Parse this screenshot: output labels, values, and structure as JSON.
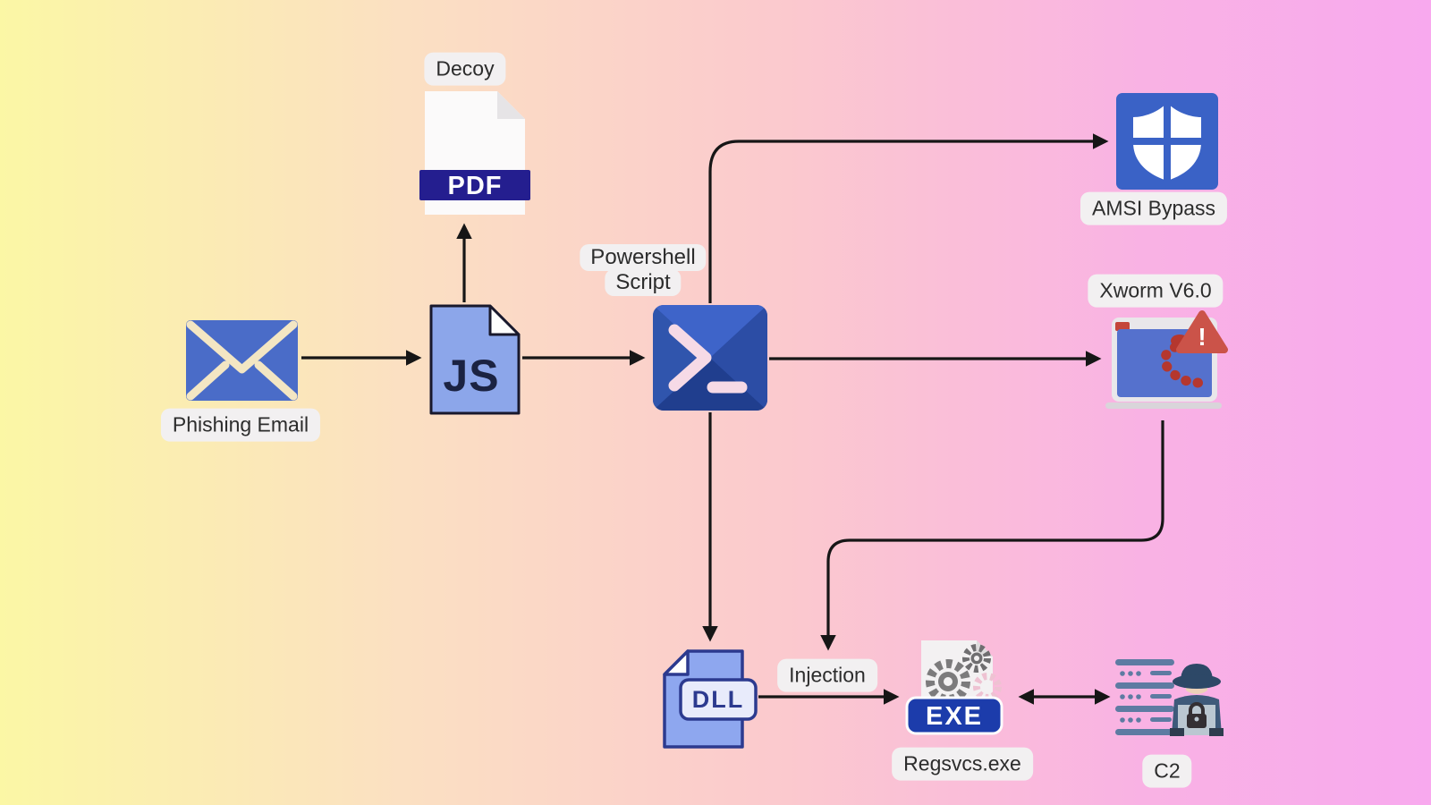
{
  "diagram": {
    "kind": "malware-attack-chain-flow",
    "background_gradient": [
      "#fbf7a5",
      "#fbe0c2",
      "#fbc9ce",
      "#f8a9ee"
    ],
    "connector_color": "#161616",
    "label_pill_bg": "#f2f0f1"
  },
  "nodes": {
    "phishing_email": {
      "label": "Phishing Email"
    },
    "decoy_pdf": {
      "label": "Decoy",
      "badge": "PDF"
    },
    "js_file": {
      "badge": "JS"
    },
    "powershell": {
      "label_line1": "Powershell",
      "label_line2": "Script"
    },
    "amsi_bypass": {
      "label": "AMSI Bypass"
    },
    "xworm": {
      "label": "Xworm V6.0",
      "warning_mark": "!"
    },
    "dll": {
      "badge": "DLL"
    },
    "injection": {
      "label": "Injection"
    },
    "regsvcs_exe": {
      "label": "Regsvcs.exe",
      "badge": "EXE"
    },
    "c2": {
      "label": "C2"
    }
  },
  "edges": [
    {
      "from": "phishing_email",
      "to": "js_file",
      "style": "arrow"
    },
    {
      "from": "js_file",
      "to": "decoy_pdf",
      "style": "arrow"
    },
    {
      "from": "js_file",
      "to": "powershell",
      "style": "arrow"
    },
    {
      "from": "powershell",
      "to": "amsi_bypass",
      "style": "arrow"
    },
    {
      "from": "powershell",
      "to": "xworm",
      "style": "arrow"
    },
    {
      "from": "powershell",
      "to": "dll",
      "style": "arrow"
    },
    {
      "from": "xworm",
      "to": "injection",
      "style": "arrow"
    },
    {
      "from": "dll",
      "to": "regsvcs_exe",
      "style": "arrow",
      "label": "Injection"
    },
    {
      "from": "regsvcs_exe",
      "to": "c2",
      "style": "double-arrow"
    }
  ]
}
